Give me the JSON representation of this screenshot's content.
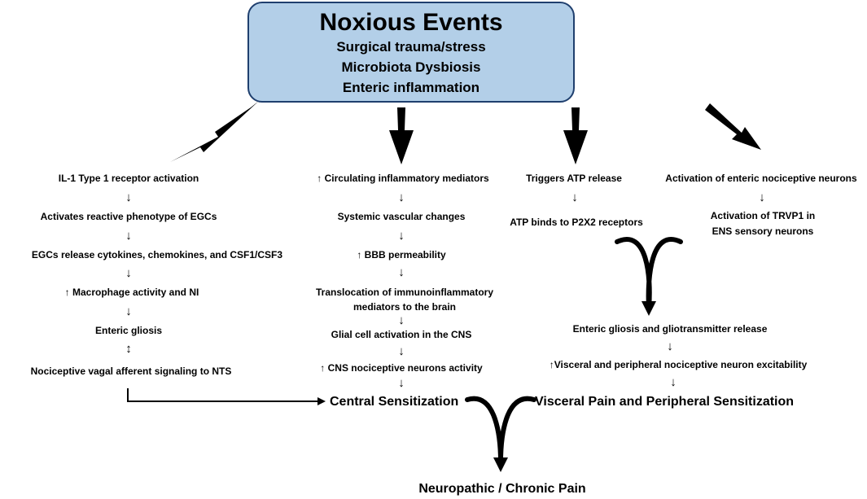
{
  "top_box": {
    "title": "Noxious Events",
    "items": [
      "Surgical trauma/stress",
      "Microbiota Dysbiosis",
      "Enteric inflammation"
    ]
  },
  "col1": [
    "IL-1 Type 1 receptor activation",
    "Activates reactive phenotype of EGCs",
    "EGCs release cytokines, chemokines, and CSF1/CSF3",
    "↑ Macrophage activity and NI",
    "Enteric gliosis",
    "Nociceptive vagal afferent signaling to NTS"
  ],
  "col2": [
    "↑ Circulating inflammatory mediators",
    "Systemic vascular changes",
    "↑ BBB permeability",
    "Translocation of immunoinflammatory",
    "mediators to the brain",
    "Glial cell activation in the CNS",
    "↑ CNS nociceptive neurons activity"
  ],
  "col3": [
    "Triggers ATP release",
    "ATP binds to P2X2 receptors"
  ],
  "col4": [
    "Activation of enteric nociceptive neurons",
    "Activation of TRVP1 in",
    "ENS sensory neurons"
  ],
  "merge_block": [
    "Enteric gliosis and gliotransmitter release",
    "↑Visceral and peripheral nociceptive neuron excitability"
  ],
  "outcomes": {
    "central": "Central Sensitization",
    "visceral": "Visceral Pain and Peripheral Sensitization",
    "final": "Neuropathic / Chronic Pain"
  },
  "glyphs": {
    "down": "↓",
    "both": "↕"
  }
}
